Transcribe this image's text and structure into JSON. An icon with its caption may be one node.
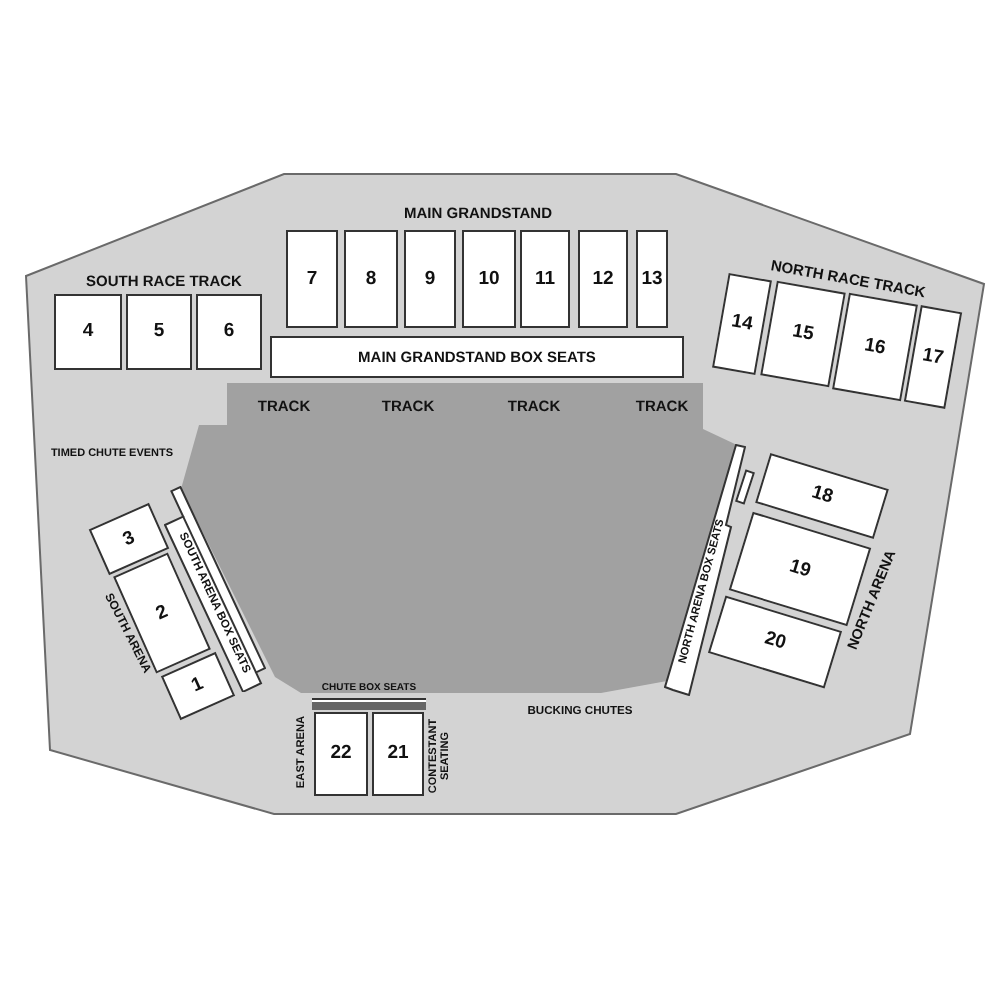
{
  "diagram": {
    "nodes": [
      {
        "text": [
          "4"
        ]
      },
      {
        "text": [
          "5"
        ]
      },
      {
        "text": [
          "6"
        ]
      },
      {
        "text": [
          "7"
        ]
      },
      {
        "text": [
          "8"
        ]
      },
      {
        "text": [
          "9"
        ]
      },
      {
        "text": [
          "10"
        ]
      },
      {
        "text": [
          "11"
        ]
      },
      {
        "text": [
          "12"
        ]
      },
      {
        "text": [
          "13"
        ]
      },
      {
        "text": [
          "MAIN GRANDSTAND BOX SEATS"
        ]
      },
      {
        "text": [
          "14"
        ]
      },
      {
        "text": [
          "15"
        ]
      },
      {
        "text": [
          "16"
        ]
      },
      {
        "text": [
          "17"
        ]
      },
      {
        "text": [
          "TRACK",
          "TRACK",
          "TRACK",
          "TRACK"
        ]
      },
      {
        "text": [
          "SOUTH ARENA BOX SEATS"
        ]
      },
      {
        "text": [
          "3"
        ]
      },
      {
        "text": [
          "2"
        ]
      },
      {
        "text": [
          "1"
        ]
      },
      {
        "text": [
          "NORTH ARENA BOX SEATS"
        ]
      },
      {
        "text": [],
        "shape": "box"
      },
      {
        "text": [
          "18"
        ]
      },
      {
        "text": [
          "19"
        ]
      },
      {
        "text": [
          "20"
        ]
      },
      {
        "text": [
          "CHUTE BOX SEATS"
        ]
      },
      {
        "text": [
          "22"
        ]
      },
      {
        "text": [
          "21"
        ]
      }
    ],
    "labels": [
      "MAIN GRANDSTAND",
      "SOUTH RACE TRACK",
      "NORTH RACE TRACK",
      "TIMED CHUTE EVENTS",
      "SOUTH ARENA",
      "NORTH ARENA",
      "BUCKING CHUTES",
      "EAST ARENA",
      "CONTESTANT SEATING"
    ]
  }
}
